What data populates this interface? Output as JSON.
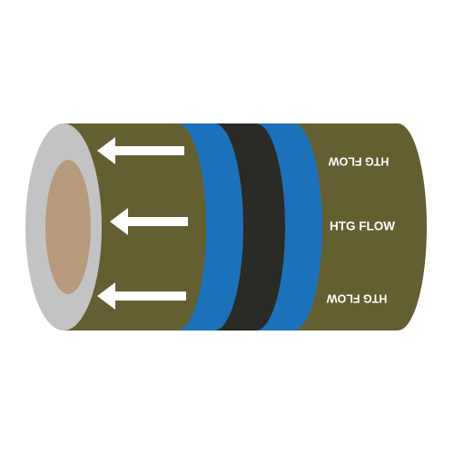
{
  "product": {
    "labels": [
      "HTG FLOW",
      "HTG FLOW",
      "HTG FLOW"
    ],
    "arrow_direction": "left",
    "arrow_count": 3,
    "colors": {
      "background": "#ffffff",
      "pipe_olive": "#645f30",
      "band_blue": "#1b72bb",
      "band_black": "#2a2a27",
      "rim_gray": "#c4c3c3",
      "core_tan": "#b89a7c",
      "text": "#ffffff"
    }
  }
}
